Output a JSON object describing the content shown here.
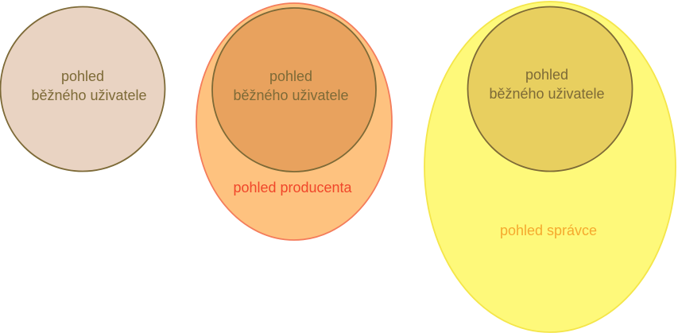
{
  "views": {
    "user_view": {
      "line1": "pohled",
      "line2": "běžného uživatele"
    },
    "producer_view": {
      "label": "pohled producenta",
      "inner_line1": "pohled",
      "inner_line2": "běžného uživatele"
    },
    "admin_view": {
      "label": "pohled správce",
      "inner_line1": "pohled",
      "inner_line2": "běžného uživatele"
    }
  },
  "colors": {
    "user_fill": "#e9d3c2",
    "user_stroke": "#7d6a37",
    "user_text": "#7d6a37",
    "producer_fill": "#fec27f",
    "producer_stroke": "#f47c5b",
    "producer_text": "#f0462a",
    "producer_inner_fill": "#e8a25e",
    "producer_inner_stroke": "#7d6a37",
    "admin_fill": "#fef97a",
    "admin_stroke": "#f4e64a",
    "admin_text": "#f5a92e",
    "admin_inner_fill": "#e8cf5f",
    "admin_inner_stroke": "#7d6a37"
  }
}
